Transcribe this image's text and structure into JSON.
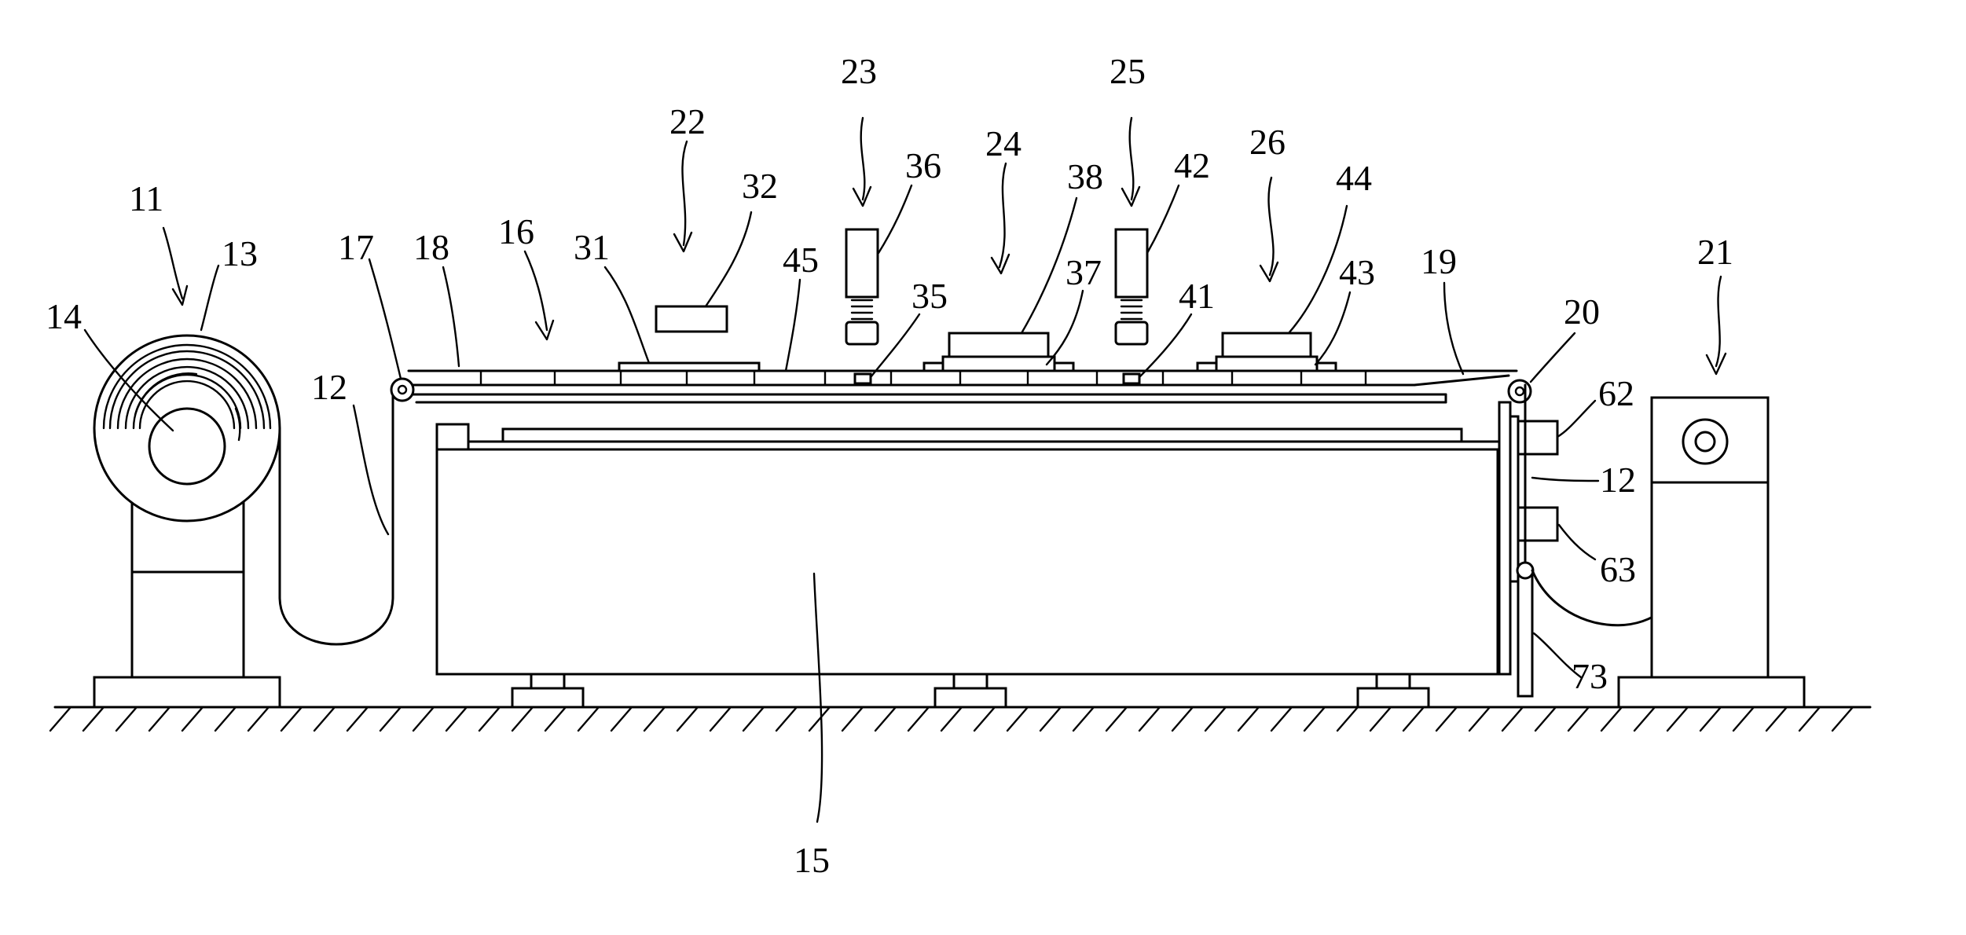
{
  "labels": {
    "l11": "11",
    "l12a": "12",
    "l12b": "12",
    "l13": "13",
    "l14": "14",
    "l15": "15",
    "l16": "16",
    "l17": "17",
    "l18": "18",
    "l19": "19",
    "l20": "20",
    "l21": "21",
    "l22": "22",
    "l23": "23",
    "l24": "24",
    "l25": "25",
    "l26": "26",
    "l31": "31",
    "l32": "32",
    "l35": "35",
    "l36": "36",
    "l37": "37",
    "l38": "38",
    "l41": "41",
    "l42": "42",
    "l43": "43",
    "l44": "44",
    "l45": "45",
    "l62": "62",
    "l63": "63",
    "l73": "73"
  }
}
